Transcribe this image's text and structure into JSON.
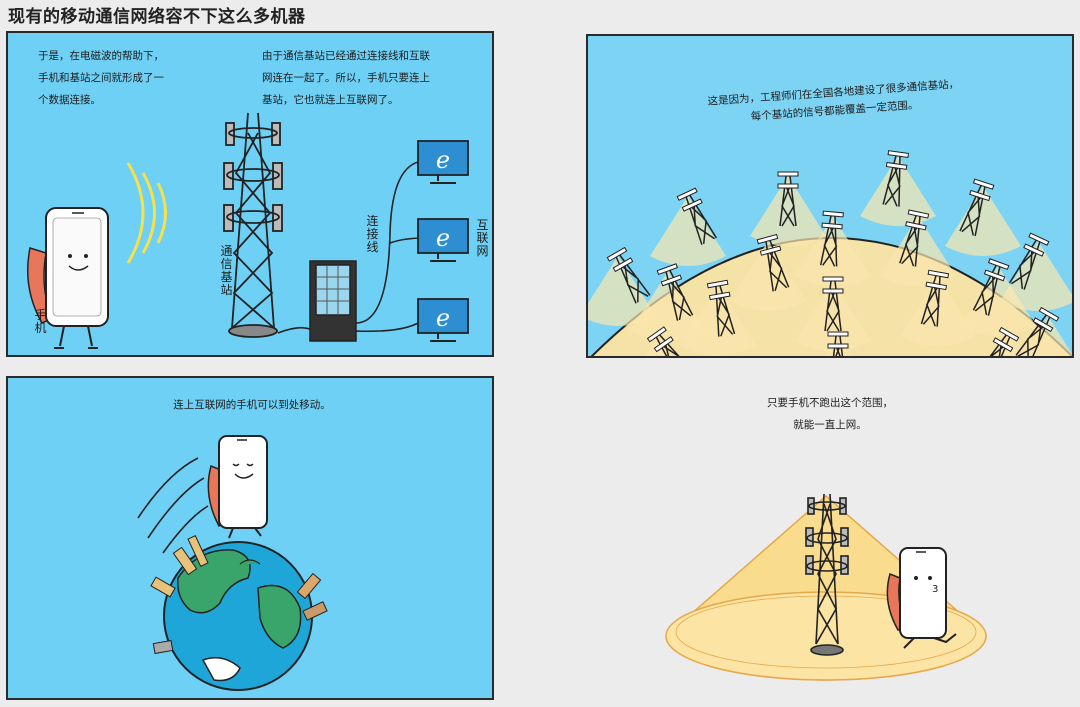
{
  "page": {
    "title": "现有的移动通信网络容不下这么多机器"
  },
  "panel1": {
    "caption_left": "于是，在电磁波的帮助下，\n手机和基站之间就形成了一\n个数据连接。",
    "caption_right": "由于通信基站已经通过连接线和互联\n网连在一起了。所以，手机只要连上\n基站，它也就连上互联网了。",
    "label_phone": "手机",
    "label_station": "通信基站",
    "label_wire": "连接线",
    "label_internet": "互联网",
    "colors": {
      "sky": "#6fd0f5",
      "phone_case": "#e8765a"
    }
  },
  "panel2": {
    "caption": "这是因为，工程师们在全国各地建设了很多通信基站，\n每个基站的信号都能覆盖一定范围。",
    "colors": {
      "sky": "#7dd3f3",
      "land": "#f5e2a6"
    }
  },
  "panel3": {
    "caption": "连上互联网的手机可以到处移动。",
    "colors": {
      "ocean": "#1fa6d8",
      "land": "#3aa56b"
    }
  },
  "panel4": {
    "caption": "只要手机不跑出这个范围，\n就能一直上网。",
    "colors": {
      "cone": "#f9dc8e"
    }
  }
}
